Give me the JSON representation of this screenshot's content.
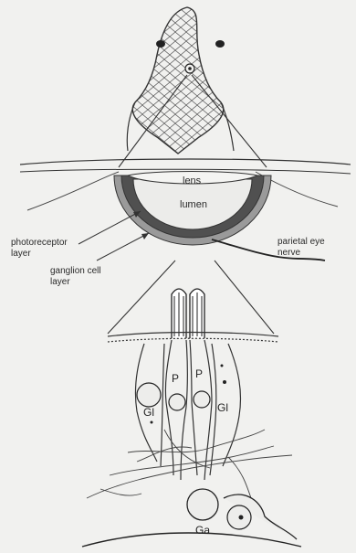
{
  "labels": {
    "lens": "lens",
    "lumen": "lumen",
    "photoreceptor_line1": "photoreceptor",
    "photoreceptor_line2": "layer",
    "ganglion_line1": "ganglion cell",
    "ganglion_line2": "layer",
    "parietal_line1": "parietal eye",
    "parietal_line2": "nerve"
  },
  "cells": {
    "glia_left": "Gl",
    "photoreceptor_left": "P",
    "photoreceptor_right": "P",
    "glia_right": "Gl",
    "ganglion": "Ga"
  }
}
